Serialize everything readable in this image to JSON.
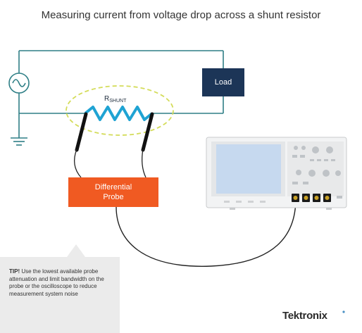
{
  "title": "Measuring current from voltage drop across a shunt resistor",
  "load_label": "Load",
  "shunt_label": {
    "main": "R",
    "sub": "SHUNT"
  },
  "probe_label": {
    "line1": "Differential",
    "line2": "Probe"
  },
  "tip": {
    "lead": "TIP!",
    "text": "Use the lowest available probe attenuation and limit bandwidth on the probe or the oscilloscope to reduce measurement system noise"
  },
  "brand": "Tektronix",
  "colors": {
    "wire": "#2f7f86",
    "load": "#1c3557",
    "probe": "#f05a22",
    "shunt": "#1fa3d3",
    "highlight_ellipse": "#d4dc5a",
    "scope_screen": "#c6d9ef",
    "scope_body": "#f2f3f4"
  },
  "icons": [
    "ac-source-icon",
    "ground-icon",
    "oscilloscope-icon"
  ]
}
